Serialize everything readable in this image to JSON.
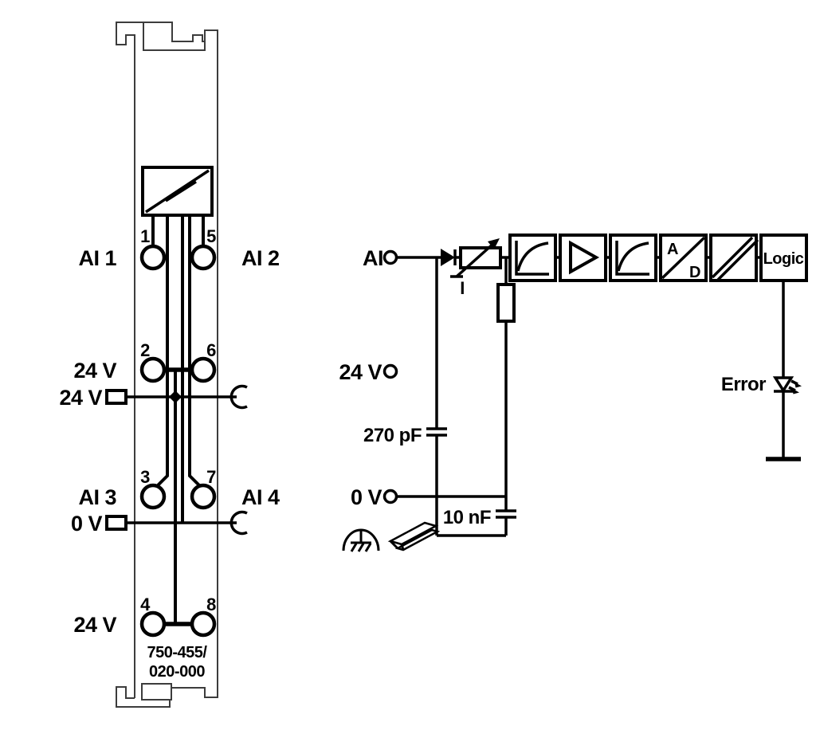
{
  "module": {
    "part_number_line1": "750-455/",
    "part_number_line2": "020-000",
    "terminal_numbers": {
      "t1": "1",
      "t2": "2",
      "t3": "3",
      "t4": "4",
      "t5": "5",
      "t6": "6",
      "t7": "7",
      "t8": "8"
    },
    "labels": {
      "ai1": "AI 1",
      "ai2": "AI 2",
      "ai3": "AI 3",
      "ai4": "AI 4",
      "supply_row2": "24 V",
      "supply_row4": "24 V",
      "jumper_24v": "24 V",
      "jumper_0v": "0 V"
    }
  },
  "circuit": {
    "input_label": "AI",
    "supply_label": "24 V",
    "ground_label": "0 V",
    "filter_cap": "270 pF",
    "ground_cap": "10 nF",
    "current_label": "I",
    "adc_a": "A",
    "adc_d": "D",
    "logic_label": "Logic",
    "error_label": "Error"
  },
  "colors": {
    "line": "#000000",
    "module_outline": "#3c3c3c",
    "background": "#ffffff"
  }
}
